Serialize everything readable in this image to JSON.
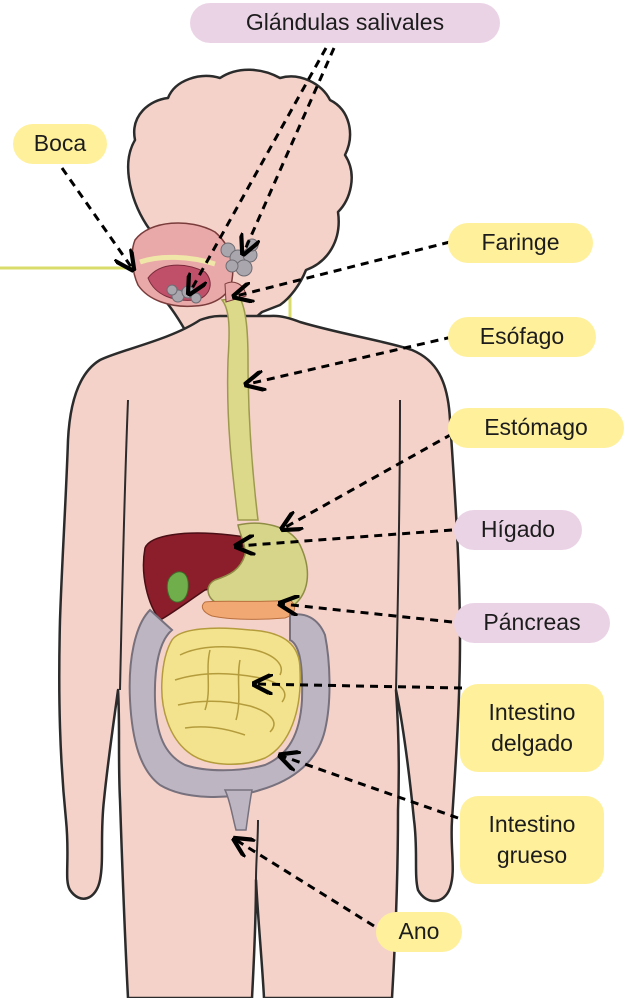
{
  "diagram": {
    "labels": {
      "glandulas": "Glándulas salivales",
      "boca": "Boca",
      "faringe": "Faringe",
      "esofago": "Esófago",
      "estomago": "Estómago",
      "higado": "Hígado",
      "pancreas": "Páncreas",
      "intestino_delgado": [
        "Intestino",
        "delgado"
      ],
      "intestino_grueso": [
        "Intestino",
        "grueso"
      ],
      "ano": "Ano"
    },
    "colors": {
      "organ_label_yellow": "#fff09c",
      "gland_label_pink": "#ebd3e6",
      "skin": "#f5d2c9",
      "skin_outline": "#2b2b2b",
      "esophagus": "#dcd98a",
      "stomach": "#d6d58a",
      "liver": "#8b1e2a",
      "pancreas": "#f2a873",
      "small_intestine": "#f3e38e",
      "large_intestine": "#bdb6c2",
      "pointer": "#000000",
      "guide_line": "#d9dc6a"
    }
  }
}
